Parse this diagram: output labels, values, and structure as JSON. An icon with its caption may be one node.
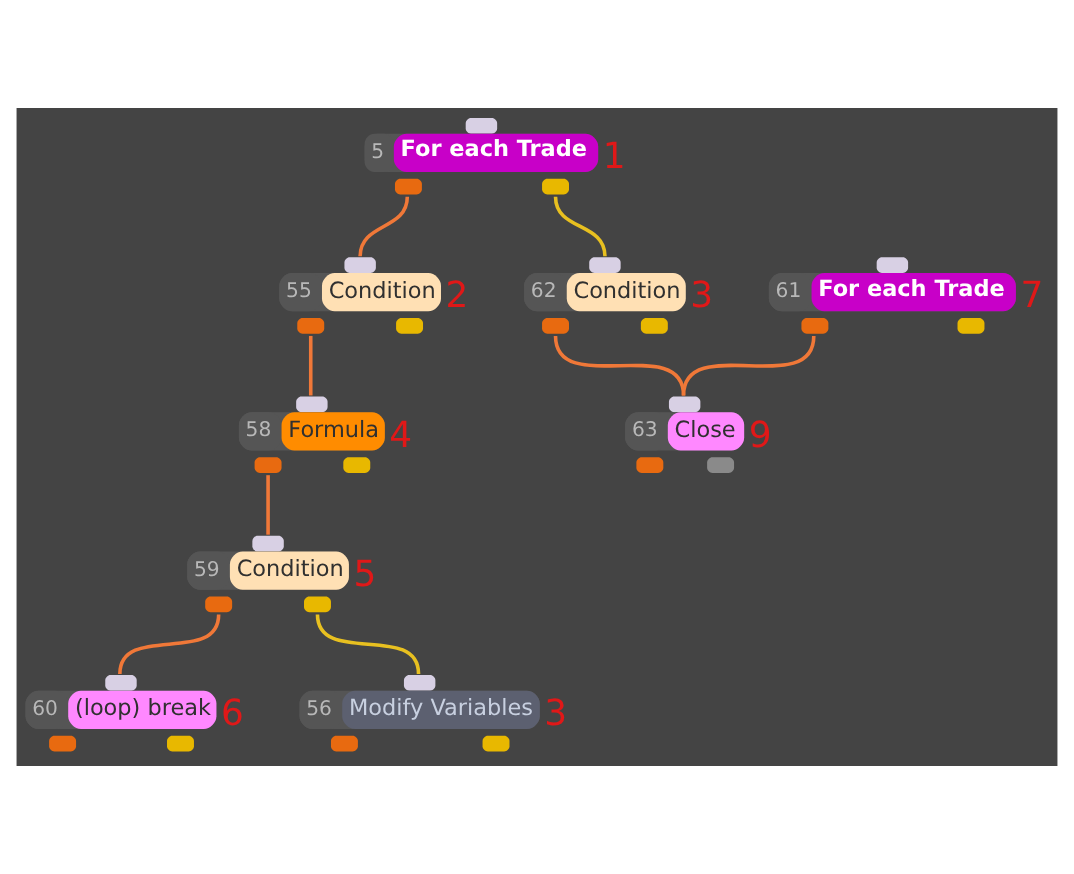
{
  "diagram": {
    "nodes": [
      {
        "text": [
          "5",
          "For each Trade"
        ],
        "beside": [
          "1"
        ]
      },
      {
        "text": [
          "55",
          "Condition"
        ],
        "beside": [
          "2"
        ]
      },
      {
        "text": [
          "62",
          "Condition"
        ],
        "beside": [
          "3"
        ]
      },
      {
        "text": [
          "61",
          "For each Trade"
        ],
        "beside": [
          "7"
        ]
      },
      {
        "text": [
          "58",
          "Formula"
        ],
        "beside": [
          "4"
        ]
      },
      {
        "text": [
          "63",
          "Close"
        ],
        "beside": [
          "9"
        ]
      },
      {
        "text": [
          "59",
          "Condition"
        ],
        "beside": [
          "5"
        ]
      },
      {
        "text": [
          "60",
          "(loop) break"
        ],
        "beside": [
          "6"
        ]
      },
      {
        "text": [
          "56",
          "Modify Variables"
        ],
        "beside": [
          "3"
        ]
      }
    ],
    "edges": [
      {
        "from": 0,
        "to": 1,
        "arrow": "none"
      },
      {
        "from": 0,
        "to": 2,
        "arrow": "none",
        "color": "#e8c020"
      },
      {
        "from": 1,
        "to": 4,
        "arrow": "none"
      },
      {
        "from": 2,
        "to": 5,
        "arrow": "none"
      },
      {
        "from": 3,
        "to": 5,
        "arrow": "none"
      },
      {
        "from": 4,
        "to": 6,
        "arrow": "none"
      },
      {
        "from": 6,
        "to": 7,
        "arrow": "none"
      },
      {
        "from": 6,
        "to": 8,
        "arrow": "none",
        "color": "#e8c020"
      }
    ]
  }
}
